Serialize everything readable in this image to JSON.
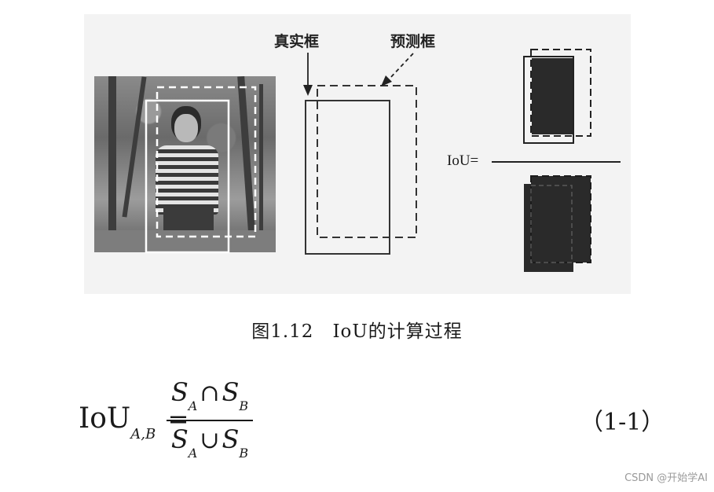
{
  "figure": {
    "label_ground_truth": "真实框",
    "label_prediction": "预测框",
    "iou_label": "IoU="
  },
  "caption": "图1.12　IoU的计算过程",
  "formula": {
    "lhs": "IoU",
    "lhs_sub": "A,B",
    "equals": "=",
    "num_left": "S",
    "num_left_sub": "A",
    "num_op": "∩",
    "num_right": "S",
    "num_right_sub": "B",
    "den_left": "S",
    "den_left_sub": "A",
    "den_op": "∪",
    "den_right": "S",
    "den_right_sub": "B",
    "equation_number": "（1-1）"
  },
  "watermark": "CSDN @开始学AI",
  "colors": {
    "panel_bg": "#f3f3f3",
    "box_fill": "#2a2a2a",
    "stroke": "#333333"
  }
}
